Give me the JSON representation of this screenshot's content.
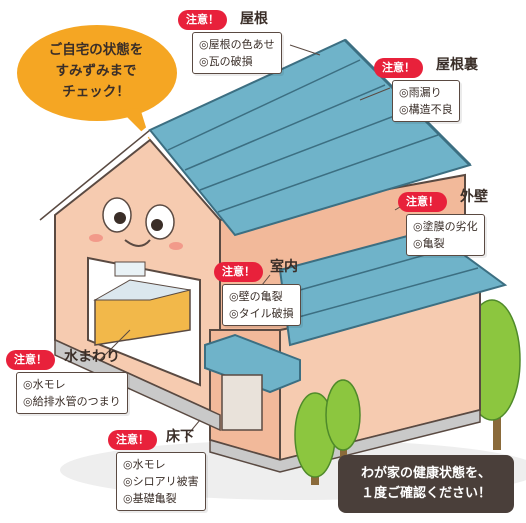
{
  "speech_bubble": {
    "line1": "ご自宅の状態を",
    "line2": "すみずみまで",
    "line3": "チェック！"
  },
  "warning_badge": "注意！",
  "areas": {
    "roof": {
      "title": "屋根",
      "items": [
        "◎屋根の色あせ",
        "◎瓦の破損"
      ]
    },
    "attic": {
      "title": "屋根裏",
      "items": [
        "◎雨漏り",
        "◎構造不良"
      ]
    },
    "exterior": {
      "title": "外壁",
      "items": [
        "◎塗膜の劣化",
        "◎亀裂"
      ]
    },
    "interior": {
      "title": "室内",
      "items": [
        "◎壁の亀裂",
        "◎タイル破損"
      ]
    },
    "plumbing": {
      "title": "水まわり",
      "items": [
        "◎水モレ",
        "◎給排水管のつまり"
      ]
    },
    "underfloor": {
      "title": "床下",
      "items": [
        "◎水モレ",
        "◎シロアリ被害",
        "◎基礎亀裂"
      ]
    }
  },
  "footer_note": {
    "line1": "わが家の健康状態を、",
    "line2": "１度ご確認ください！"
  },
  "colors": {
    "roof_tile": "#6fb3c9",
    "wall": "#f6cbb0",
    "bubble": "#f5a623",
    "badge": "#e8213b",
    "tree": "#8cc63f",
    "footer_bg": "#4a3f3a"
  }
}
